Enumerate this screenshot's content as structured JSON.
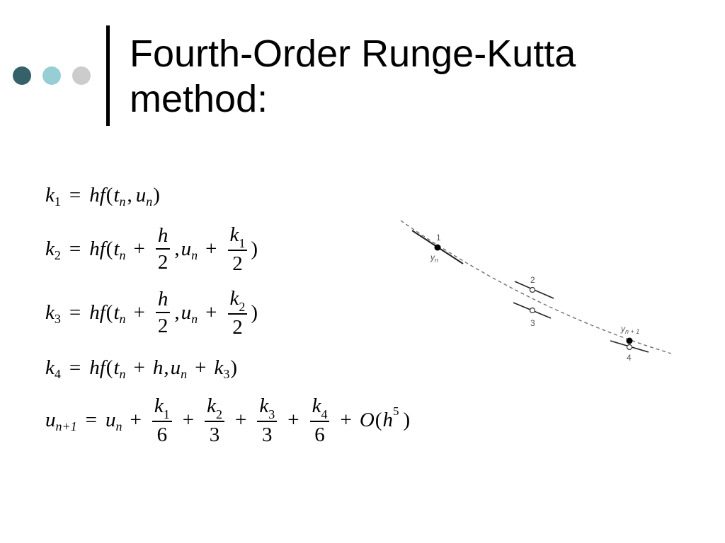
{
  "slide": {
    "title_line1": "Fourth-Order Runge-Kutta",
    "title_line2": "method:",
    "colors": {
      "dot1": "#35626a",
      "dot2": "#97ced4",
      "dot3": "#cccccc",
      "rule": "#000000"
    }
  },
  "equations": {
    "k": "k",
    "hf": "hf",
    "t": "t",
    "u": "u",
    "h": "h",
    "O": "O",
    "sub_1": "1",
    "sub_2": "2",
    "sub_3": "3",
    "sub_4": "4",
    "sub_n": "n",
    "sub_n1": "n+1",
    "eq": "=",
    "plus": "+",
    "comma": ",",
    "lparen": "(",
    "rparen": ")",
    "two": "2",
    "three": "3",
    "six": "6",
    "five": "5"
  },
  "diagram": {
    "label_1": "1",
    "label_2": "2",
    "label_3": "3",
    "label_4": "4",
    "label_yn": "y",
    "label_yn_sub": "n",
    "label_yn1": "y",
    "label_yn1_sub": "n + 1"
  }
}
